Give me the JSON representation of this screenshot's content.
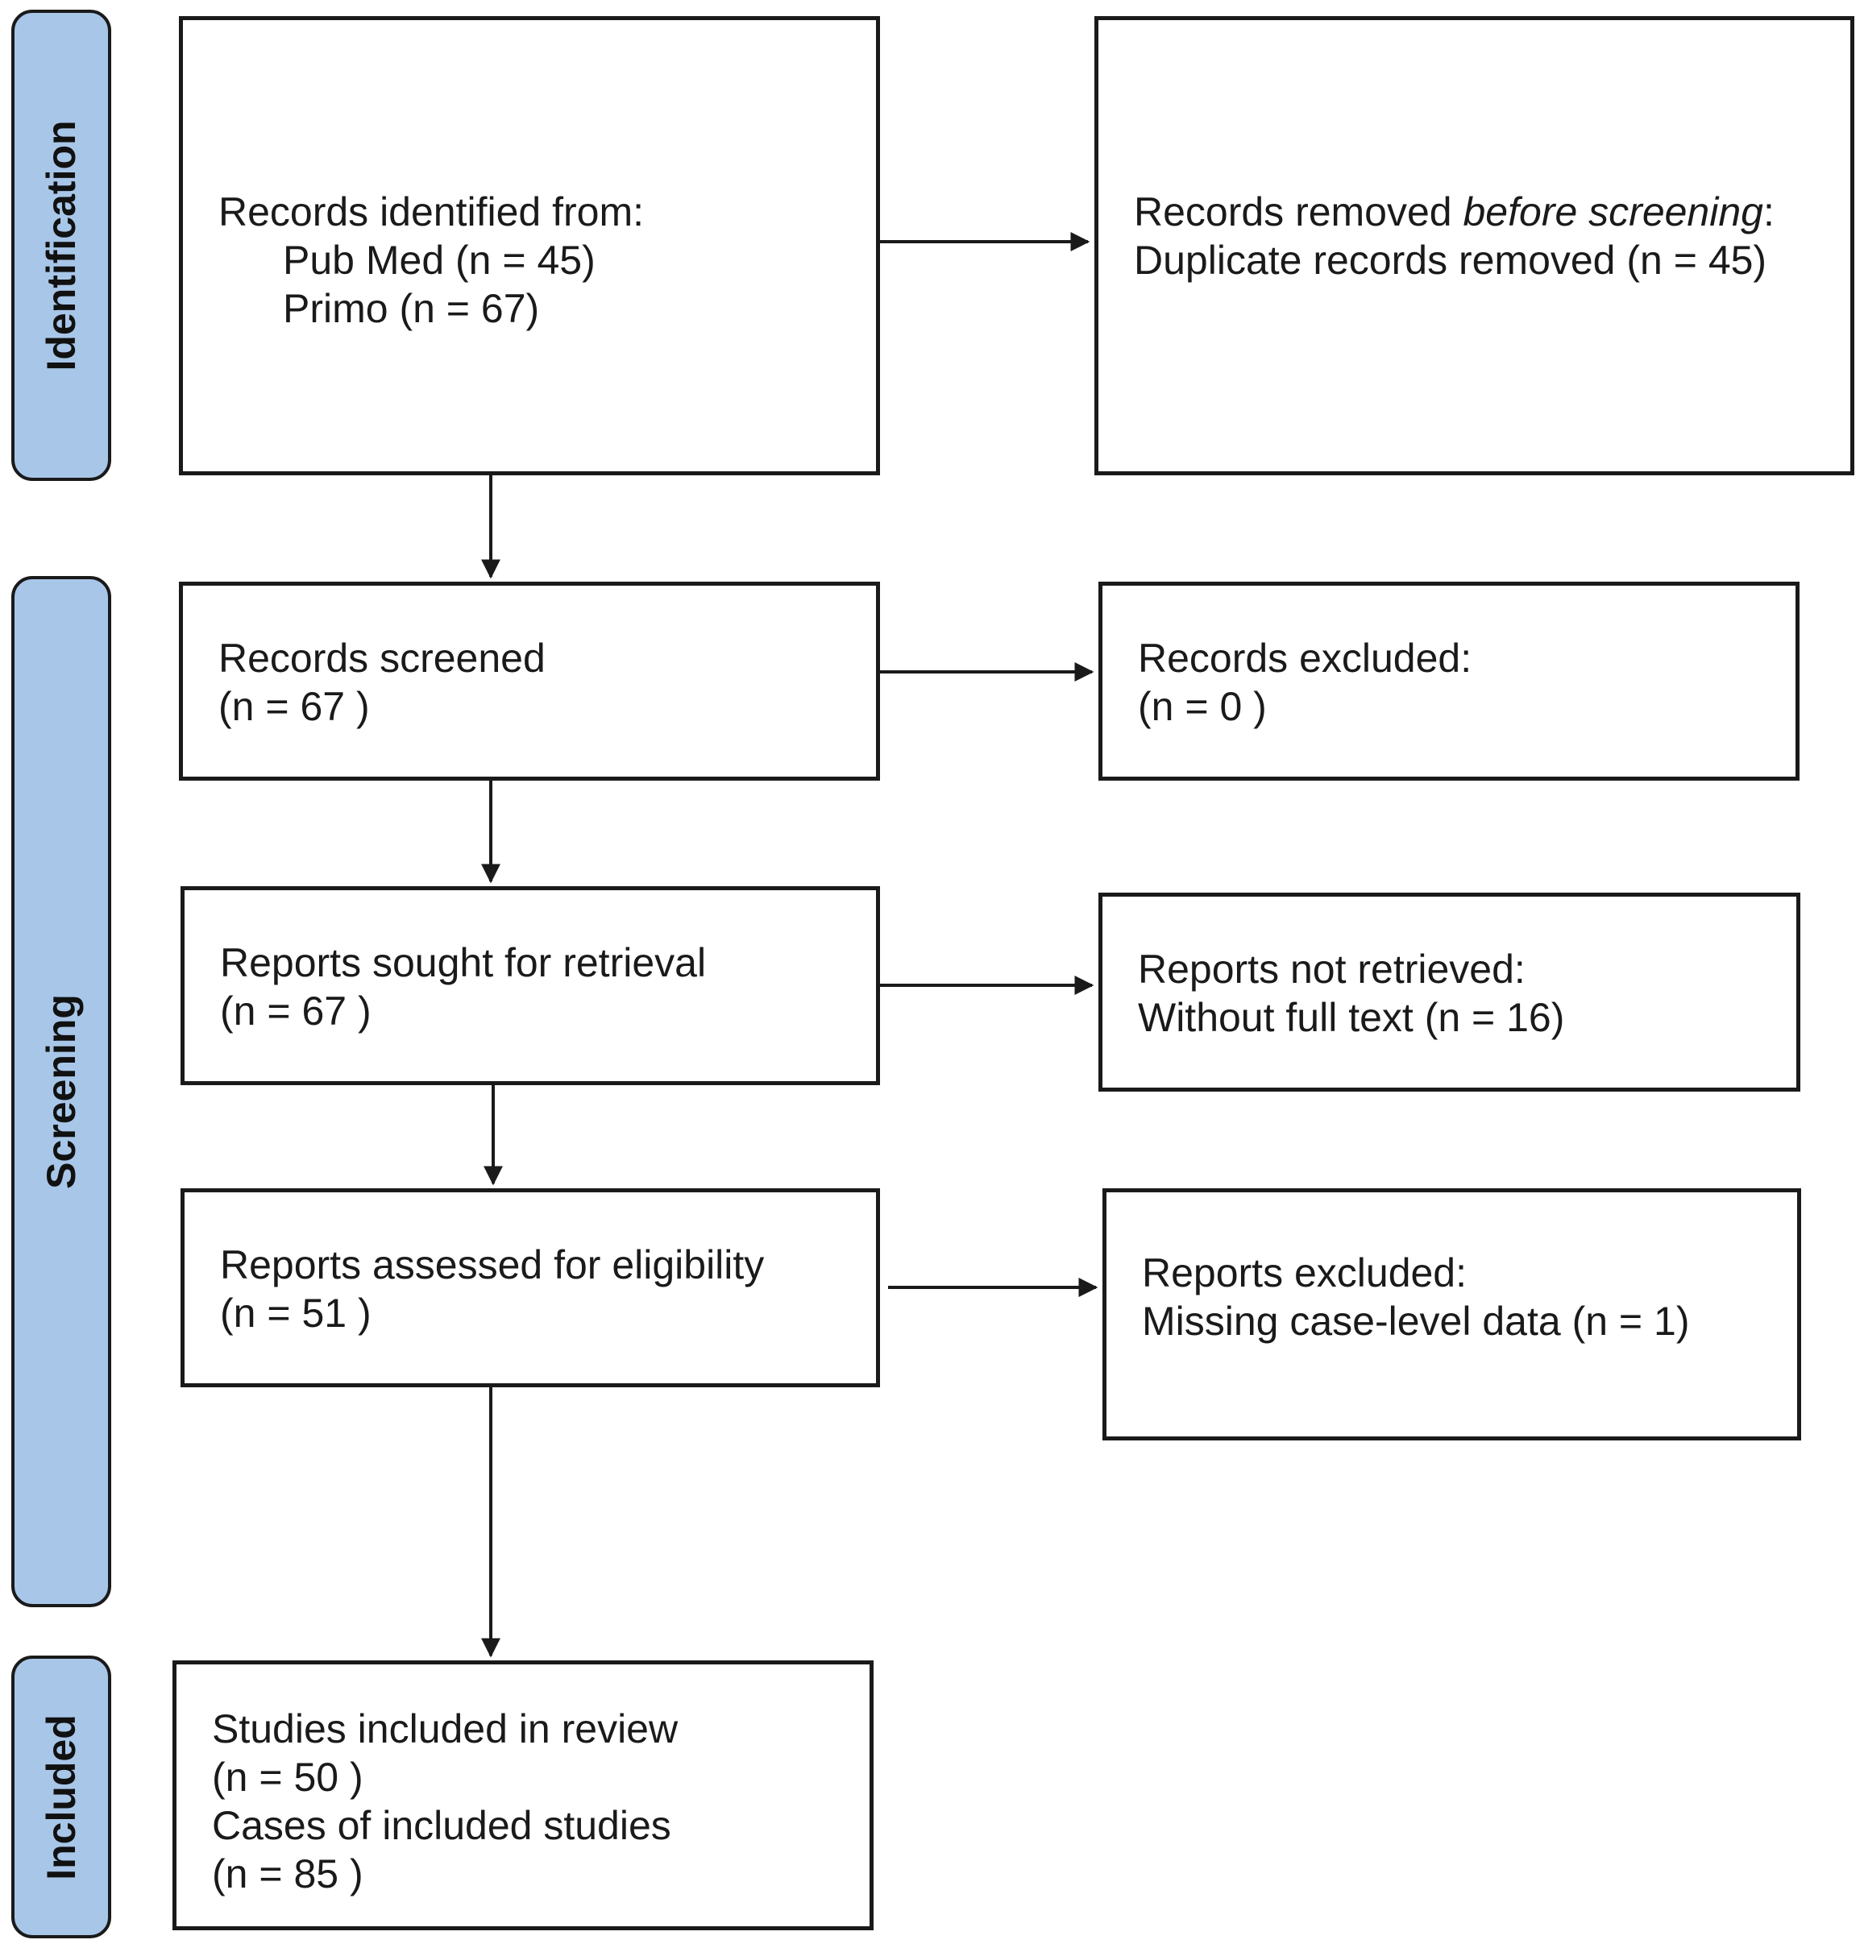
{
  "phases": {
    "identification": "Identification",
    "screening": "Screening",
    "included": "Included"
  },
  "identified": {
    "heading": "Records identified from:",
    "source_1": "Pub Med (n = 45)",
    "source_2": "Primo (n = 67)"
  },
  "removed": {
    "heading_plain": "Records removed ",
    "heading_italic": "before screening",
    "heading_colon": ":",
    "line_2": "Duplicate records removed  (n = 45)"
  },
  "screened": {
    "heading": "Records screened",
    "count": "(n = 67 )"
  },
  "excluded_records": {
    "heading": "Records excluded:",
    "count": "(n = 0 )"
  },
  "sought": {
    "heading": "Reports sought for retrieval",
    "count": "(n = 67 )"
  },
  "not_retrieved": {
    "heading": "Reports not retrieved:",
    "detail": "Without full text (n = 16)"
  },
  "assessed": {
    "heading": "Reports assessed for eligibility",
    "count": "(n = 51 )"
  },
  "excluded_reports": {
    "heading": "Reports excluded:",
    "detail": "Missing case-level data (n = 1)"
  },
  "included": {
    "studies_heading": "Studies included in review",
    "studies_count": "(n = 50 )",
    "cases_heading": "Cases of included studies",
    "cases_count": "(n = 85 )"
  },
  "colors": {
    "phase_fill": "#a8c6e8",
    "stroke": "#1a1a1a"
  }
}
